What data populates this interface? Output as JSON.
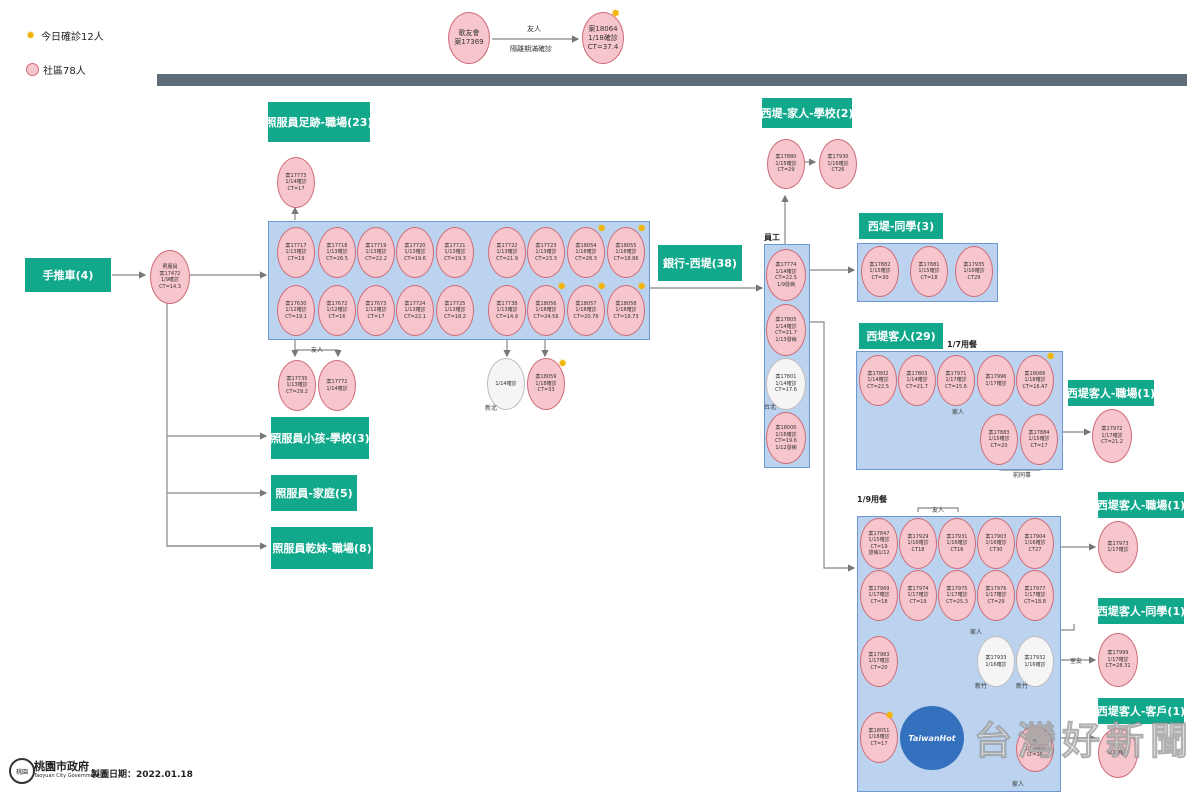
{
  "legend": {
    "today_label": "今日確診12人",
    "community_label": "社區78人"
  },
  "footer": {
    "org_cn": "桃園市政府",
    "org_en": "Taoyuan City Government",
    "seal_text": "桃園",
    "date_text": "製圖日期：2022.01.18"
  },
  "watermark": {
    "brand_cn": "台灣好新聞",
    "brand_en": "TaiwanHot"
  },
  "top_cluster": {
    "left_node": [
      "歌友會",
      "案17369"
    ],
    "edge_label_1": "友人",
    "edge_label_2": "隔離期滿確診",
    "right_node": [
      "案18064",
      "1/18確診",
      "CT=37.4"
    ]
  },
  "boxes": {
    "cart": "手推車(4)",
    "caregiver_footprint": "照服員足跡-職場(23)",
    "caregiver_child": "照服員小孩-學校(3)",
    "caregiver_family": "照服員-家庭(5)",
    "caregiver_sister": "照服員乾妹-職場(8)",
    "bank": "銀行-西堤(38)",
    "xiti_family_school": "西堤-家人-學校(2)",
    "xiti_classmate": "西堤-同學(3)",
    "xiti_customer": "西堤客人(29)",
    "xiti_customer_work1": "西堤客人-職場(1)",
    "xiti_customer_work2": "西堤客人-職場(1)",
    "xiti_customer_classmate": "西堤客人-同學(1)",
    "xiti_customer_client": "西堤客人-客戶(1)"
  },
  "labels": {
    "employee": "員工",
    "meal_17": "1/7用餐",
    "meal_19": "1/9用餐",
    "friend": "友人",
    "family1": "家人",
    "family2": "家人",
    "family3": "家人",
    "ex_colleague": "前同事",
    "friend2": "友人",
    "classmate_friend": "室友",
    "xinbei1": "新北",
    "taibei": "台北",
    "xinzhu1": "新竹",
    "xinzhu2": "新竹"
  },
  "nodes": {
    "caregiver": [
      "照服員",
      "案17472",
      "1/9確診",
      "CT=14.3"
    ],
    "n17773": [
      "案17773",
      "1/14確診",
      "CT=17"
    ],
    "n17735": [
      "案17735",
      "1/13確診",
      "CT=29.2"
    ],
    "n17772": [
      "案17772",
      "1/14確診"
    ],
    "row1": [
      [
        "案17717",
        "1/13確診",
        "CT=19"
      ],
      [
        "案17718",
        "1/13確診",
        "CT=26.5"
      ],
      [
        "案17719",
        "1/13確診",
        "CT=22.2"
      ],
      [
        "案17720",
        "1/13確診",
        "CT=19.6"
      ],
      [
        "案17721",
        "1/13確診",
        "CT=19.3"
      ],
      [
        "案17722",
        "1/13確診",
        "CT=21.9"
      ],
      [
        "案17723",
        "1/13確診",
        "CT=23.3"
      ],
      [
        "案18054",
        "1/18確診",
        "CT=28.3"
      ],
      [
        "案18055",
        "1/18確診",
        "CT=18.86"
      ]
    ],
    "row2": [
      [
        "案17630",
        "1/12確診",
        "CT=19.1"
      ],
      [
        "案17672",
        "1/12確診",
        "CT=16"
      ],
      [
        "案17673",
        "1/12確診",
        "CT=17"
      ],
      [
        "案17724",
        "1/13確診",
        "CT=22.1"
      ],
      [
        "案17725",
        "1/13確診",
        "CT=18.2"
      ],
      [
        "案17738",
        "1/13確診",
        "CT=14.9"
      ],
      [
        "案18056",
        "1/18確診",
        "CT=24.56"
      ],
      [
        "案18057",
        "1/18確診",
        "CT=20.76"
      ],
      [
        "案18058",
        "1/18確診",
        "CT=19.73"
      ]
    ],
    "n_white1": [
      "1/14確診"
    ],
    "n18059": [
      "案18059",
      "1/18確診",
      "CT=33"
    ],
    "bank_col": [
      [
        "案17774",
        "1/14確診",
        "CT=22.5",
        "1/9發病"
      ],
      [
        "案17805",
        "1/14確診",
        "CT=21.7",
        "1/13發病"
      ],
      [
        "案17801",
        "1/14確診",
        "CT=17.6"
      ],
      [
        "案18000",
        "1/16確診",
        "CT=19.6",
        "1/12發病"
      ]
    ],
    "n17880": [
      "案17880",
      "1/15確診",
      "CT=29"
    ],
    "n17930": [
      "案17930",
      "1/16確診",
      "CT26"
    ],
    "classmates": [
      [
        "案17882",
        "1/15確診",
        "CT=30"
      ],
      [
        "案17881",
        "1/15確診",
        "CT=18"
      ],
      [
        "案17935",
        "1/16確診",
        "CT29"
      ]
    ],
    "cust17": [
      [
        "案17802",
        "1/14確診",
        "CT=22.5"
      ],
      [
        "案17803",
        "1/14確診",
        "CT=21.7"
      ],
      [
        "案17971",
        "1/17確診",
        "CT=15.6"
      ],
      [
        "案17996",
        "1/17確診"
      ],
      [
        "案18066",
        "1/18確診",
        "CT=16.47"
      ]
    ],
    "cust17b": [
      [
        "案17883",
        "1/15確診",
        "CT=20"
      ],
      [
        "案17884",
        "1/15確診",
        "CT=17"
      ]
    ],
    "n17972": [
      "案17972",
      "1/17確診",
      "CT=21.2"
    ],
    "cust19a": [
      [
        "案17847",
        "1/15確診",
        "CT=19",
        "發病1/12"
      ],
      [
        "案17929",
        "1/16確診",
        "CT18"
      ],
      [
        "案17931",
        "1/16確診",
        "CT16"
      ],
      [
        "案17903",
        "1/16確診",
        "CT30"
      ],
      [
        "案17904",
        "1/16確診",
        "CT27"
      ]
    ],
    "cust19b": [
      [
        "案17969",
        "1/17確診",
        "CT=18"
      ],
      [
        "案17974",
        "1/17確診",
        "CT=19"
      ],
      [
        "案17975",
        "1/17確診",
        "CT=25.3"
      ],
      [
        "案17976",
        "1/17確診",
        "CT=29"
      ],
      [
        "案17977",
        "1/17確診",
        "CT=18.8"
      ]
    ],
    "n17983": [
      "案17983",
      "1/17確診",
      "CT=20"
    ],
    "n17933": [
      "案17933",
      "1/16確診"
    ],
    "n17932": [
      "案17932",
      "1/16確診"
    ],
    "n18051": [
      "案18051",
      "1/18確診",
      "CT=17"
    ],
    "n_bottom_mid": [
      "案",
      "1/18確診",
      "LT=16"
    ],
    "n17973": [
      "案17973",
      "1/17確診"
    ],
    "n17999": [
      "案17999",
      "1/17確診",
      "CT=28.31"
    ],
    "n_client": [
      "1/18確診"
    ]
  }
}
